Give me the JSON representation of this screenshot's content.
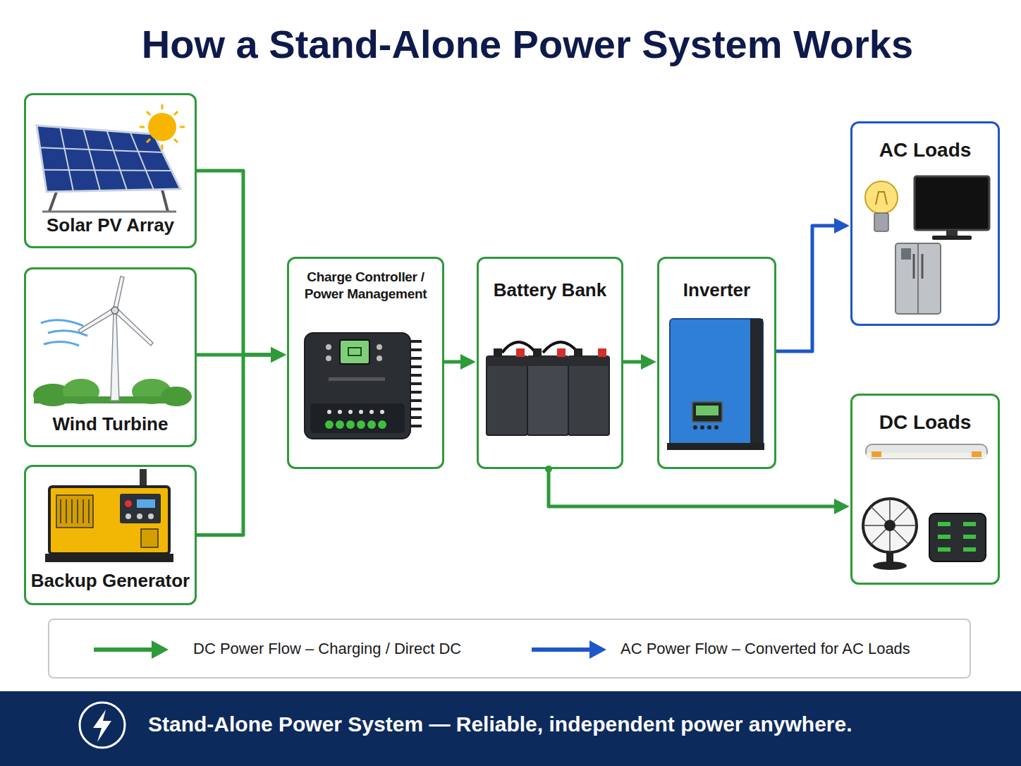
{
  "diagram": {
    "title": "How a Stand-Alone Power System Works",
    "caption": "Stand-Alone Power System — Reliable, independent power anywhere.",
    "nodes": [
      {
        "text": [
          "Solar PV Array"
        ]
      },
      {
        "text": [
          "Wind Turbine"
        ]
      },
      {
        "text": [
          "Backup Generator"
        ]
      },
      {
        "text": [
          "Charge Controller / Power Management"
        ]
      },
      {
        "text": [
          "Battery Bank"
        ]
      },
      {
        "text": [
          "Inverter"
        ]
      },
      {
        "text": [
          "AC Loads"
        ]
      },
      {
        "text": [
          "DC Loads"
        ]
      }
    ],
    "edges": [
      {
        "from": 0,
        "to": 3,
        "arrow": "to"
      },
      {
        "from": 1,
        "to": 3,
        "arrow": "to"
      },
      {
        "from": 2,
        "to": 3,
        "arrow": "to"
      },
      {
        "from": 3,
        "to": 4,
        "arrow": "to"
      },
      {
        "from": 4,
        "to": 5,
        "arrow": "to"
      },
      {
        "from": 5,
        "to": 6,
        "arrow": "to"
      },
      {
        "from": 4,
        "to": 7,
        "arrow": "to"
      }
    ],
    "legend": [
      {
        "text": "DC Power Flow – Charging / Direct DC"
      },
      {
        "text": "AC Power Flow – Converted for AC Loads"
      }
    ]
  }
}
